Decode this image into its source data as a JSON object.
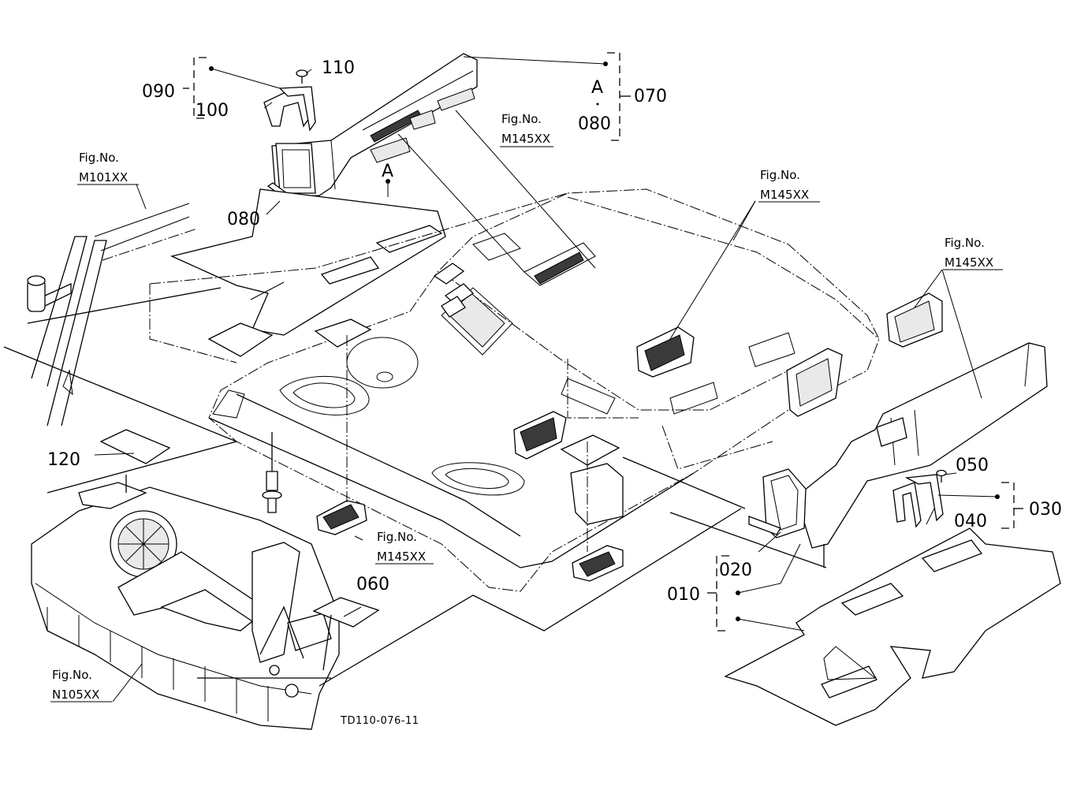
{
  "drawing_code": "TD110-076-11",
  "callouts": {
    "c010": "010",
    "c020": "020",
    "c030": "030",
    "c040": "040",
    "c050": "050",
    "c060": "060",
    "c070": "070",
    "c080_a": "080",
    "c080_b": "080",
    "c090": "090",
    "c100": "100",
    "c110": "110",
    "c120": "120",
    "cA_1": "A",
    "cA_2": "A"
  },
  "fig_refs": [
    {
      "label": "Fig.No.",
      "number": "M145XX"
    },
    {
      "label": "Fig.No.",
      "number": "M101XX"
    },
    {
      "label": "Fig.No.",
      "number": "M145XX"
    },
    {
      "label": "Fig.No.",
      "number": "M145XX"
    },
    {
      "label": "Fig.No.",
      "number": "M145XX"
    },
    {
      "label": "Fig.No.",
      "number": "N105XX"
    }
  ]
}
